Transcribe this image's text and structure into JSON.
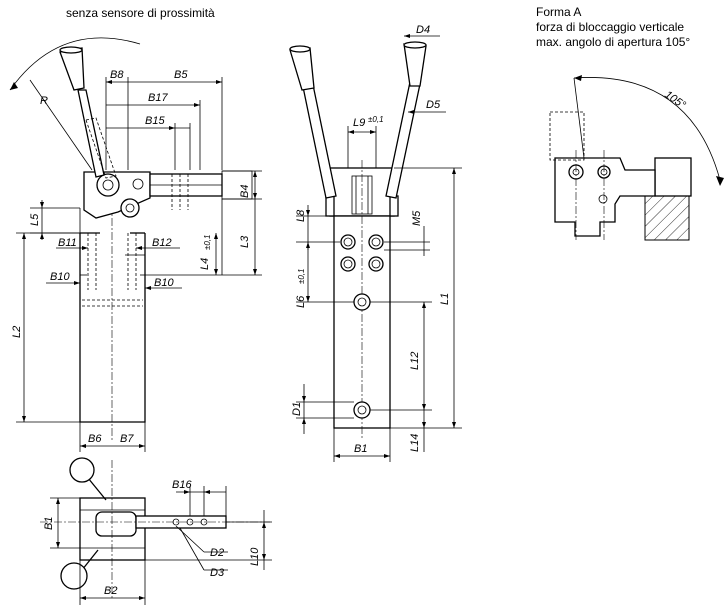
{
  "captions": {
    "left": "senza sensore di prossimità",
    "form_title": "Forma A",
    "form_line1": "forza di bloccaggio verticale",
    "form_line2": "max. angolo di apertura 105°"
  },
  "dimensions": {
    "R": "R",
    "B8": "B8",
    "B5": "B5",
    "B17": "B17",
    "B15": "B15",
    "B4": "B4",
    "L5": "L5",
    "B11": "B11",
    "B12": "B12",
    "L3": "L3",
    "L4": "L4",
    "L4_tol": "±0,1",
    "B10_left": "B10",
    "B10_right": "B10",
    "L2": "L2",
    "B6": "B6",
    "B7": "B7",
    "D4": "D4",
    "D5": "D5",
    "L9": "L9",
    "L9_tol": "±0,1",
    "L8": "L8",
    "M5": "M5",
    "L6": "L6",
    "L6_tol": "±0,1",
    "L1": "L1",
    "L12": "L12",
    "D1": "D1",
    "L14": "L14",
    "B1_front": "B1",
    "B16": "B16",
    "B1_top": "B1",
    "D2": "D2",
    "D3": "D3",
    "L10": "L10",
    "B2": "B2",
    "angle": "105°"
  }
}
